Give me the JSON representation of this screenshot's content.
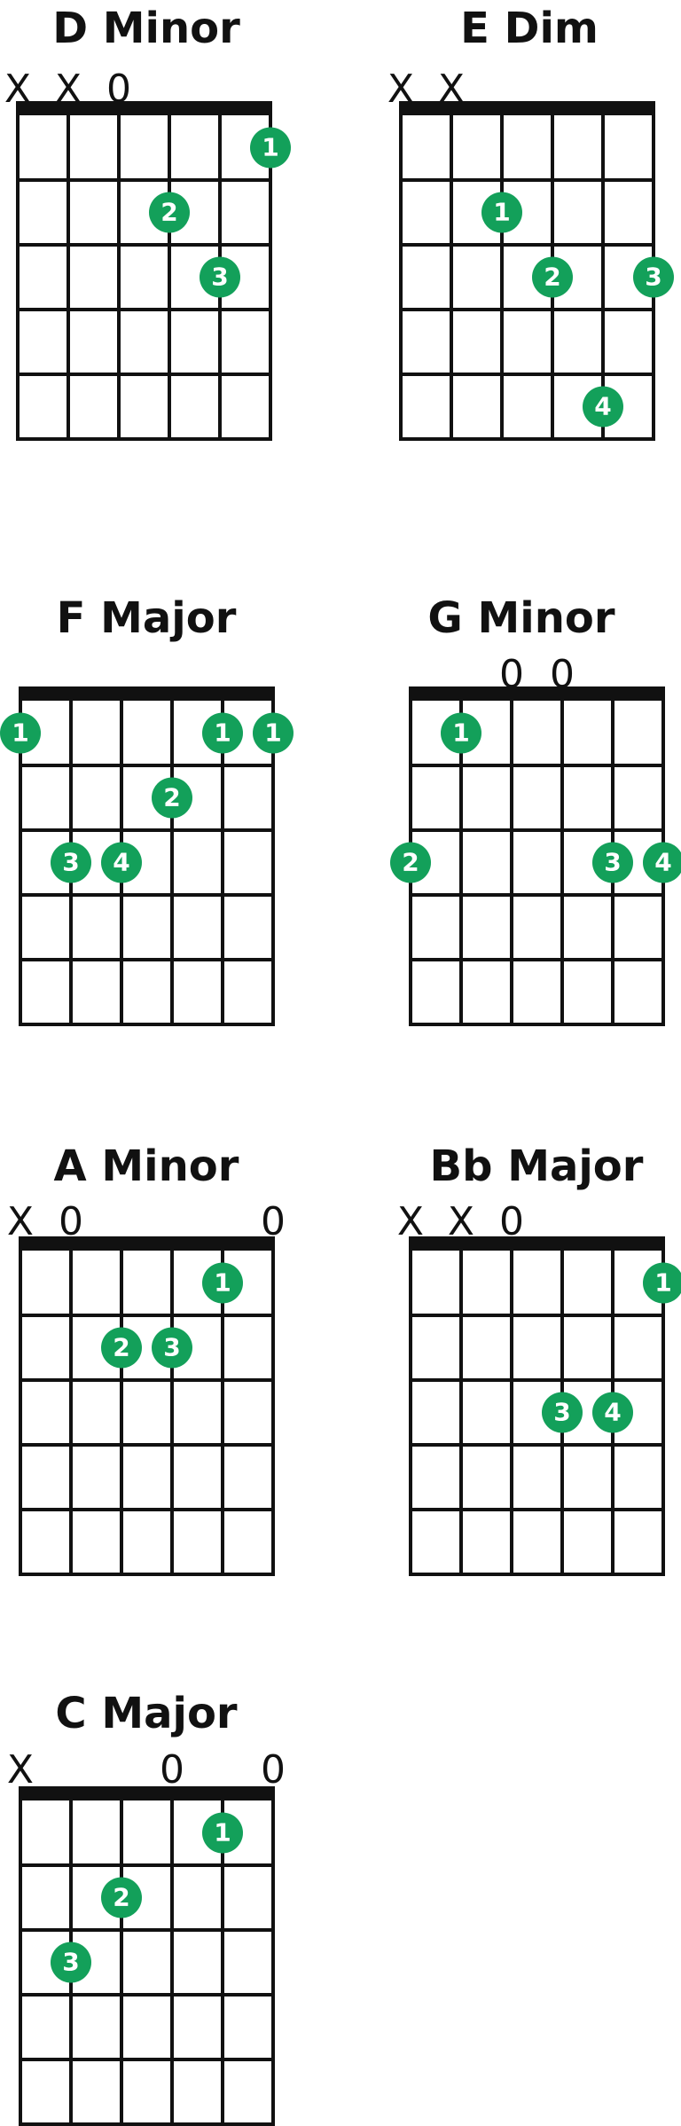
{
  "colors": {
    "dot": "#13a05a",
    "grid": "#111111",
    "finger_text": "#ffffff",
    "background": "#ffffff"
  },
  "chords": [
    {
      "name": "D Minor",
      "string_markers": [
        "X",
        "X",
        "0",
        "",
        "",
        ""
      ],
      "dots": [
        {
          "string": 6,
          "fret": 1,
          "finger": "1"
        },
        {
          "string": 4,
          "fret": 2,
          "finger": "2"
        },
        {
          "string": 5,
          "fret": 3,
          "finger": "3"
        }
      ]
    },
    {
      "name": "E Dim",
      "string_markers": [
        "X",
        "X",
        "",
        "",
        "",
        ""
      ],
      "dots": [
        {
          "string": 3,
          "fret": 2,
          "finger": "1"
        },
        {
          "string": 4,
          "fret": 3,
          "finger": "2"
        },
        {
          "string": 6,
          "fret": 3,
          "finger": "3"
        },
        {
          "string": 5,
          "fret": 5,
          "finger": "4"
        }
      ]
    },
    {
      "name": "F Major",
      "string_markers": [
        "",
        "",
        "",
        "",
        "",
        ""
      ],
      "dots": [
        {
          "string": 1,
          "fret": 1,
          "finger": "1"
        },
        {
          "string": 5,
          "fret": 1,
          "finger": "1"
        },
        {
          "string": 6,
          "fret": 1,
          "finger": "1"
        },
        {
          "string": 4,
          "fret": 2,
          "finger": "2"
        },
        {
          "string": 2,
          "fret": 3,
          "finger": "3"
        },
        {
          "string": 3,
          "fret": 3,
          "finger": "4"
        }
      ]
    },
    {
      "name": "G Minor",
      "string_markers": [
        "",
        "",
        "0",
        "0",
        "",
        ""
      ],
      "dots": [
        {
          "string": 2,
          "fret": 1,
          "finger": "1"
        },
        {
          "string": 1,
          "fret": 3,
          "finger": "2"
        },
        {
          "string": 5,
          "fret": 3,
          "finger": "3"
        },
        {
          "string": 6,
          "fret": 3,
          "finger": "4"
        }
      ]
    },
    {
      "name": "A Minor",
      "string_markers": [
        "X",
        "0",
        "",
        "",
        "",
        "0"
      ],
      "dots": [
        {
          "string": 5,
          "fret": 1,
          "finger": "1"
        },
        {
          "string": 3,
          "fret": 2,
          "finger": "2"
        },
        {
          "string": 4,
          "fret": 2,
          "finger": "3"
        }
      ]
    },
    {
      "name": "Bb Major",
      "string_markers": [
        "X",
        "X",
        "0",
        "",
        "",
        ""
      ],
      "dots": [
        {
          "string": 6,
          "fret": 1,
          "finger": "1"
        },
        {
          "string": 4,
          "fret": 3,
          "finger": "3"
        },
        {
          "string": 5,
          "fret": 3,
          "finger": "4"
        }
      ]
    },
    {
      "name": "C Major",
      "string_markers": [
        "X",
        "",
        "",
        "0",
        "",
        "0"
      ],
      "dots": [
        {
          "string": 5,
          "fret": 1,
          "finger": "1"
        },
        {
          "string": 3,
          "fret": 2,
          "finger": "2"
        },
        {
          "string": 2,
          "fret": 3,
          "finger": "3"
        }
      ]
    }
  ]
}
